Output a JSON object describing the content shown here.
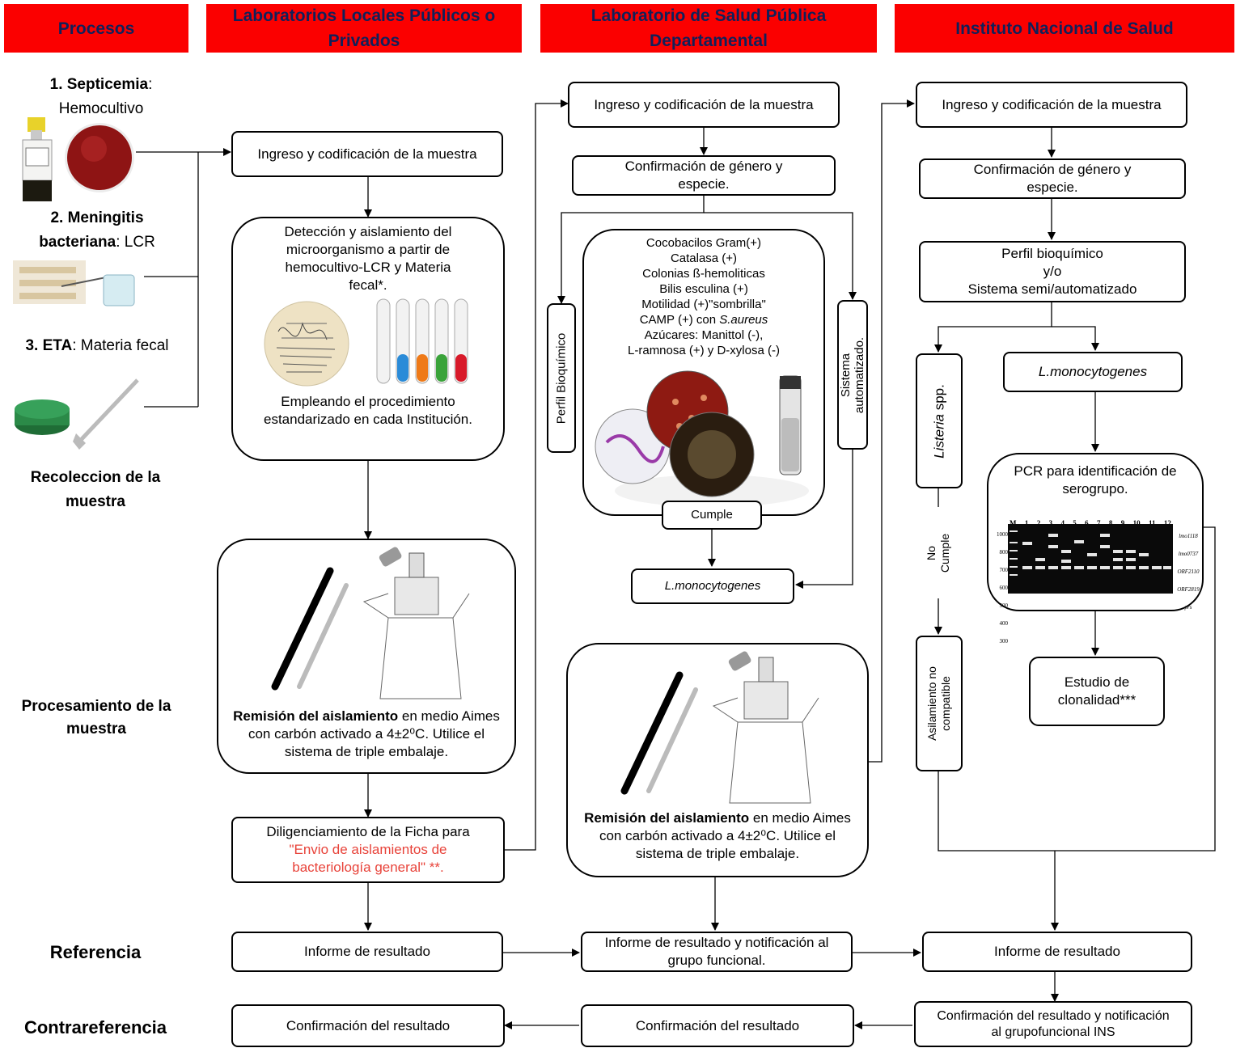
{
  "headers": {
    "procesos": "Procesos",
    "locales": "Laboratorios Locales Públicos o Privados",
    "departamental": "Laboratorio de Salud Pública Departamental",
    "ins": "Instituto Nacional de Salud"
  },
  "left": {
    "item1_bold": "1. Septicemia",
    "item1_rest": ":",
    "item1_sub": "Hemocultivo",
    "item2_bold": "2. Meningitis bacteriana",
    "item2_rest": ": LCR",
    "item3_bold": "3. ETA",
    "item3_rest": ": Materia fecal",
    "recoleccion": "Recoleccion de la muestra",
    "procesamiento": "Procesamiento de la muestra",
    "referencia": "Referencia",
    "contrareferencia": "Contrareferencia"
  },
  "locales": {
    "ingreso": "Ingreso y codificación de la muestra",
    "deteccion": "Detección y aislamiento del microorganismo a partir de hemocultivo-LCR y Materia fecal*.",
    "empleando": "Empleando  el procedimiento estandarizado en cada Institución.",
    "remision_bold": "Remisión del aislamiento",
    "remision_rest": " en medio Aimes con carbón activado a 4±2⁰C. Utilice el sistema de triple embalaje.",
    "ficha_black": "Diligenciamiento de la Ficha para",
    "ficha_red": "\"Envio de aislamientos de bacteriología general\" **.",
    "informe": "Informe de resultado",
    "confirmacion": "Confirmación del resultado"
  },
  "departamental": {
    "ingreso": "Ingreso y codificación de la muestra",
    "confirmacion_genero": "Confirmación de género y especie.",
    "perfil": "Perfil Bioquímico",
    "sistema": "Sistema automatizado.",
    "tests": [
      "Cocobacilos Gram(+)",
      "Catalasa (+)",
      "Colonias ß-hemoliticas",
      "Bilis esculina (+)",
      "Motilidad (+)\"sombrilla\""
    ],
    "camp_prefix": "CAMP (+) con ",
    "camp_species": "S.aureus",
    "azucares": "Azúcares: Manittol (-),",
    "ramnosa": "L-ramnosa (+) y D-xylosa (-)",
    "cumple": "Cumple",
    "lmono": "L.monocytogenes",
    "remision_bold": "Remisión del aislamiento",
    "remision_rest": " en medio Aimes con carbón activado a 4±2⁰C. Utilice el sistema de triple embalaje.",
    "informe": "Informe de resultado y notificación al grupo funcional.",
    "confirmacion": "Confirmación del resultado"
  },
  "ins": {
    "ingreso": "Ingreso y codificación de la muestra",
    "confirmacion_genero": "Confirmación de género y especie.",
    "perfil_1": "Perfil bioquímico",
    "perfil_2": "y/o",
    "perfil_3": "Sistema semi/automatizado",
    "listeria_it": "Listeria",
    "listeria_rest": " spp.",
    "lmono": "L.monocytogenes",
    "no": "No",
    "cumple": "Cumple",
    "aislamiento_1": "Asilamiento no",
    "aislamiento_2": "compatible",
    "pcr": "PCR para identificación de serogrupo.",
    "clonalidad": "Estudio de clonalidad***",
    "informe": "Informe de resultado",
    "confirmacion": "Confirmación del  resultado y notificación al grupofuncional INS"
  },
  "gel": {
    "lanes": [
      "M",
      "1",
      "2",
      "3",
      "4",
      "5",
      "6",
      "7",
      "8",
      "9",
      "10",
      "11",
      "12"
    ],
    "ladder": [
      "1000",
      "800",
      "700",
      "600",
      "500",
      "400",
      "300"
    ],
    "bands": [
      "lmo1118",
      "lmo0737",
      "ORF2110",
      "ORF2819",
      "prs"
    ]
  },
  "colors": {
    "header_bg": "#fb0000",
    "header_text": "#10205a",
    "red_text": "#e8433a"
  }
}
